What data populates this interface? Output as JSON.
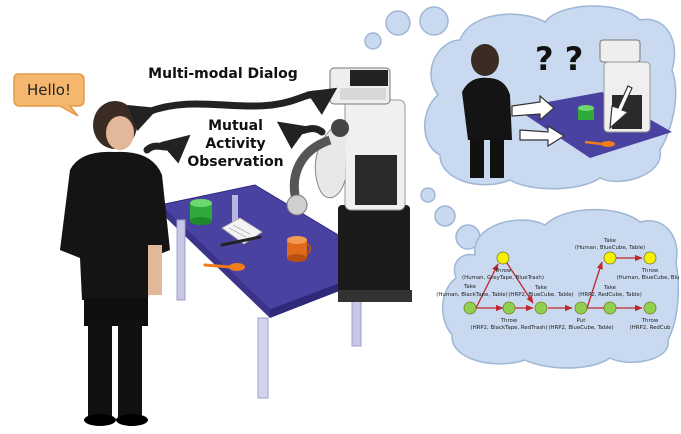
{
  "speech_bubble": {
    "text": "Hello!"
  },
  "labels": {
    "dialog": "Multi-modal Dialog",
    "observation_line1": "Mutual",
    "observation_line2": "Activity",
    "observation_line3": "Observation",
    "question_marks": "? ?"
  },
  "plan": {
    "nodes": [
      {
        "id": "n1",
        "label": "Take",
        "label2": "(Human, BlackTape, Table)",
        "color": "#8fd14f"
      },
      {
        "id": "n2",
        "label": "Throw",
        "label2": "(Human, GreyTape, BlueTrash)",
        "color": "#f4f000"
      },
      {
        "id": "n3",
        "label": "Throw",
        "label2": "(HRP2, BlackTape, RedTrash)",
        "color": "#8fd14f"
      },
      {
        "id": "n4",
        "label": "Take",
        "label2": "(HRP2, BlueCube, Table)",
        "color": "#8fd14f"
      },
      {
        "id": "n5",
        "label": "Put",
        "label2": "(HRP2, BlueCube, Table)",
        "color": "#8fd14f"
      },
      {
        "id": "n6",
        "label": "Take",
        "label2": "(Human, BlueCube, Table)",
        "color": "#f4f000"
      },
      {
        "id": "n7",
        "label": "Take",
        "label2": "(HRP2, RedCube, Table)",
        "color": "#8fd14f"
      },
      {
        "id": "n8",
        "label": "Throw",
        "label2": "(Human, BlueCube, Blu",
        "color": "#f4f000"
      },
      {
        "id": "n9",
        "label": "Throw",
        "label2": "(HRP2, RedCub",
        "color": "#8fd14f"
      }
    ]
  },
  "colors": {
    "cloud": "#c9d9ef",
    "cloud_edge": "#9fb6d6",
    "table_top": "#4a42a0",
    "table_leg": "#c8c8e6",
    "bubble": "#f5b66e",
    "arrow": "#222222",
    "edge": "#c0282f"
  }
}
